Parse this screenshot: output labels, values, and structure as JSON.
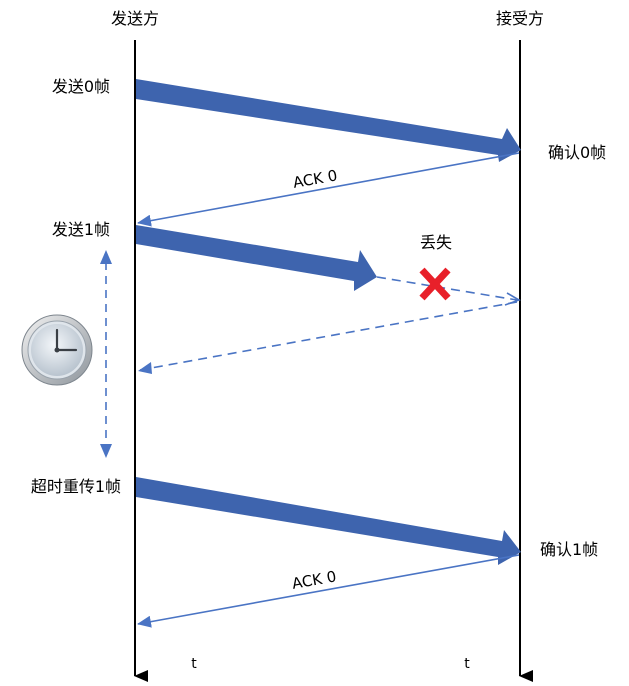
{
  "sender": {
    "title": "发送方"
  },
  "receiver": {
    "title": "接受方"
  },
  "events": {
    "send0": "发送0帧",
    "confirm0": "确认0帧",
    "ack0_first": "ACK 0",
    "send1": "发送1帧",
    "lost": "丢失",
    "retransmit1": "超时重传1帧",
    "confirm1": "确认1帧",
    "ack0_second": "ACK 0"
  },
  "time_axis": {
    "sender_label": "t",
    "receiver_label": "t"
  },
  "icons": {
    "timer": "clock-icon",
    "lost_marker": "red-x-icon"
  },
  "colors": {
    "frame_arrow": "#3E64AE",
    "ack_arrow": "#4A74C4",
    "lost_x": "#E8202A",
    "timeline": "#000000"
  }
}
